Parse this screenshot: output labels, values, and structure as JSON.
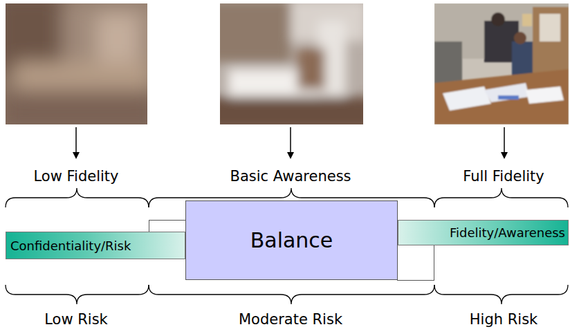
{
  "diagram": {
    "nodes": [
      {
        "text": [
          "Confidentiality/Risk"
        ]
      },
      {
        "text": [
          "Balance"
        ]
      },
      {
        "text": [
          "Fidelity/Awareness"
        ]
      }
    ],
    "labels": [
      "Low Fidelity",
      "Basic Awareness",
      "Full Fidelity",
      "Low Risk",
      "Moderate Risk",
      "High Risk"
    ]
  }
}
